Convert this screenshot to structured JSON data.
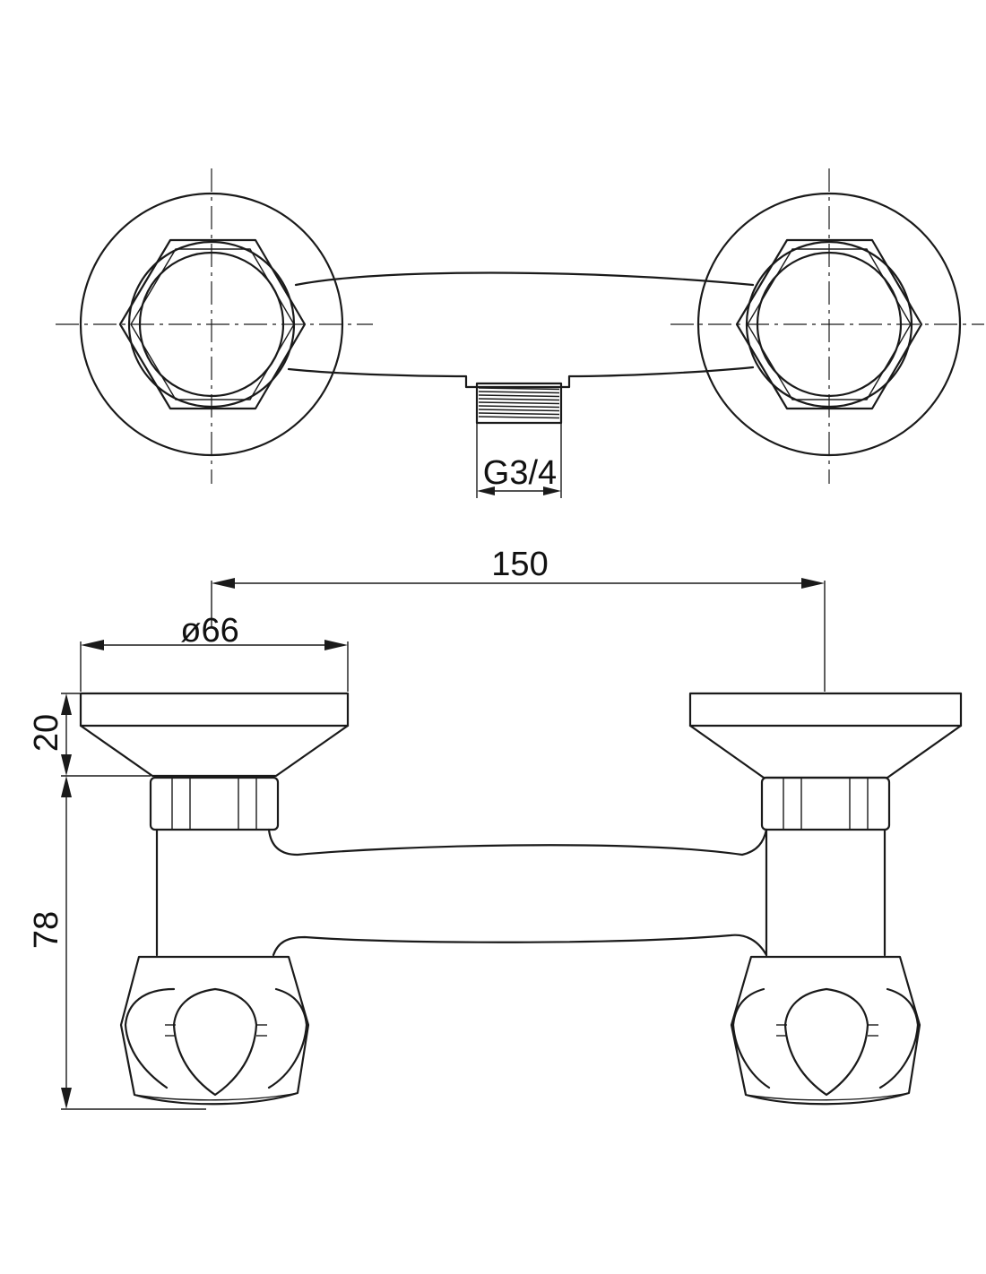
{
  "dimensions": {
    "thread_size": "G3/4",
    "center_distance": "150",
    "flange_diameter": "ø66",
    "flange_height": "20",
    "body_height": "78"
  },
  "colors": {
    "line": "#1a1a1a",
    "background": "#ffffff"
  }
}
